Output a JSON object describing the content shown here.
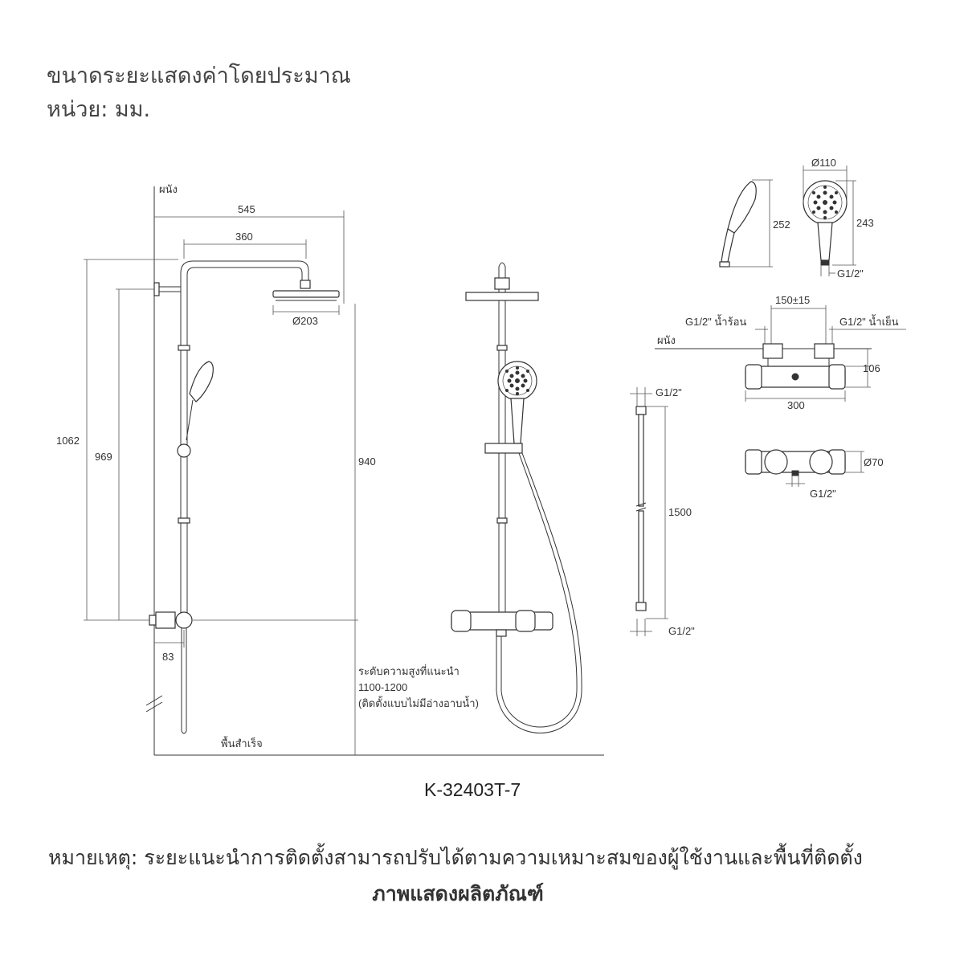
{
  "header": {
    "line1": "ขนาดระยะแสดงค่าโดยประมาณ",
    "line2": "หน่วย: มม."
  },
  "main_view": {
    "wall_label": "ผนัง",
    "floor_label": "พื้นสำเร็จ",
    "dim_545": "545",
    "dim_360": "360",
    "dim_203": "Ø203",
    "dim_1062": "1062",
    "dim_969": "969",
    "dim_940": "940",
    "dim_83": "83",
    "height_note": [
      "ระดับความสูงที่แนะนำ",
      "1100-1200",
      "(ติดตั้งแบบไม่มีอ่างอาบน้ำ)"
    ]
  },
  "hand_shower": {
    "dim_diameter": "Ø110",
    "dim_side_height": "252",
    "dim_front_height": "243",
    "connection": "G1/2\""
  },
  "mixer": {
    "wall_label": "ผนัง",
    "hot_label": "G1/2\" น้ำร้อน",
    "cold_label": "G1/2\" น้ำเย็น",
    "dim_spacing": "150±15",
    "dim_height": "106",
    "dim_width": "300",
    "dim_diameter": "Ø70",
    "outlet": "G1/2\""
  },
  "hose": {
    "top_connection": "G1/2\"",
    "length": "1500",
    "bottom_connection": "G1/2\""
  },
  "model": "K-32403T-7",
  "footer": {
    "note": "หมายเหตุ: ระยะแนะนำการติดตั้งสามารถปรับได้ตามความเหมาะสมของผู้ใช้งานและพื้นที่ติดตั้ง",
    "caption": "ภาพแสดงผลิตภัณฑ์"
  }
}
